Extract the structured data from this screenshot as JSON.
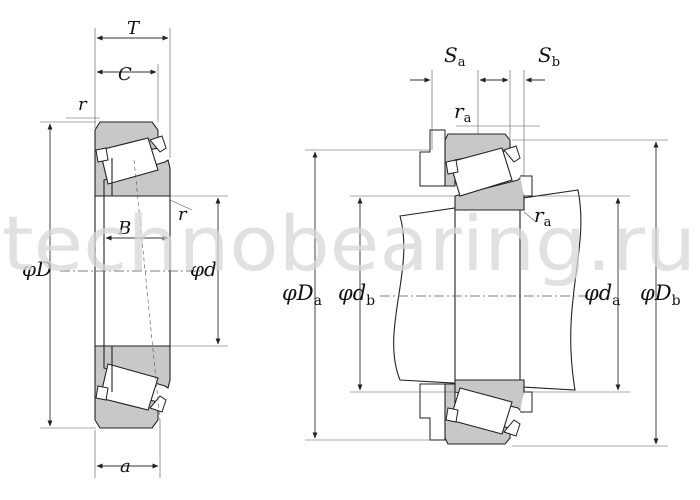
{
  "watermark": "technobearing.ru",
  "left_view": {
    "labels": {
      "T": "T",
      "C": "C",
      "r_top": "r",
      "r_mid": "r",
      "B": "B",
      "D": "D",
      "d": "d",
      "a": "a",
      "phi": "φ"
    }
  },
  "right_view": {
    "labels": {
      "Sa_main": "S",
      "Sa_sub": "a",
      "Sb_main": "S",
      "Sb_sub": "b",
      "ra_top_main": "r",
      "ra_top_sub": "a",
      "ra_mid_main": "r",
      "ra_mid_sub": "a",
      "Da_main": "D",
      "Da_sub": "a",
      "db_main": "d",
      "db_sub": "b",
      "da_main": "d",
      "da_sub": "a",
      "Db_main": "D",
      "Db_sub": "b",
      "phi": "φ"
    }
  },
  "colors": {
    "ring_fill": "#c8c8c8",
    "line": "#222222",
    "watermark": "#d8d8d8"
  }
}
